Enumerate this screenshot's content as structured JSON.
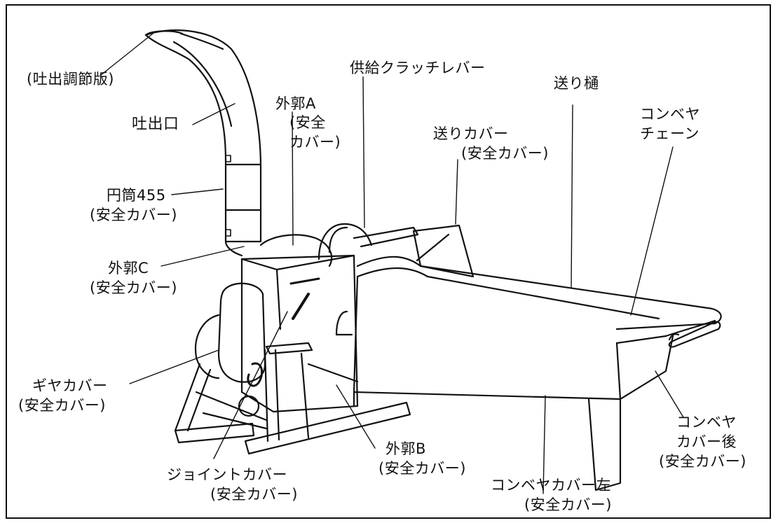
{
  "labels": {
    "discharge_adjust_plate": "(吐出調節版)",
    "discharge_port": "吐出口",
    "outer_shell_a": [
      "外郭A",
      "(安全",
      "カバー)"
    ],
    "feed_clutch_lever": "供給クラッチレバー",
    "feed_trough": "送り樋",
    "feed_cover": [
      "送りカバー",
      "(安全カバー)"
    ],
    "conveyor_chain": [
      "コンベヤ",
      "チェーン"
    ],
    "cylinder_455": [
      "円筒455",
      "(安全カバー)"
    ],
    "outer_shell_c": [
      "外郭C",
      "(安全カバー)"
    ],
    "gear_cover": [
      "ギヤカバー",
      "(安全カバー)"
    ],
    "joint_cover": [
      "ジョイントカバー",
      "(安全カバー)"
    ],
    "outer_shell_b": [
      "外郭B",
      "(安全カバー)"
    ],
    "conveyor_cover_left": [
      "コンベヤカバー左",
      "(安全カバー)"
    ],
    "conveyor_cover_rear": [
      "コンベヤ",
      "カバー後",
      "(安全カバー)"
    ]
  }
}
